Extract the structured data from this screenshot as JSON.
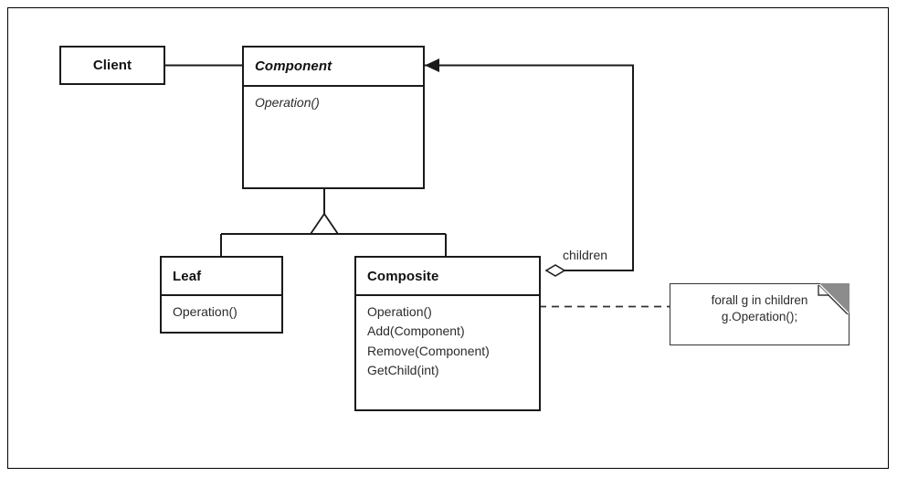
{
  "diagram": {
    "title": "Composite pattern structure diagram",
    "type": "uml-class-diagram",
    "colors": {
      "background": "#ffffff",
      "line": "#1a1a1a",
      "text": "#2b2b2b",
      "note_fold": "#8c8c8c"
    }
  },
  "classes": [
    {
      "id": "client",
      "name": "Client",
      "abstract": false,
      "operations": []
    },
    {
      "id": "component",
      "name": "Component",
      "abstract": true,
      "operations": [
        "Operation()"
      ]
    },
    {
      "id": "leaf",
      "name": "Leaf",
      "abstract": false,
      "operations": [
        "Operation()"
      ]
    },
    {
      "id": "composite",
      "name": "Composite",
      "abstract": false,
      "operations": [
        "Operation()",
        "Add(Component)",
        "Remove(Component)",
        "GetChild(int)"
      ]
    }
  ],
  "labels": {
    "children": "children"
  },
  "note": {
    "text": "forall g in children\ng.Operation();",
    "line1": "forall g in children",
    "line2": "g.Operation();"
  },
  "relationships": [
    {
      "kind": "association",
      "from": "Client",
      "to": "Component",
      "arrow": "filled"
    },
    {
      "kind": "generalization",
      "from": "Leaf",
      "to": "Component",
      "arrow": "hollow-triangle"
    },
    {
      "kind": "generalization",
      "from": "Composite",
      "to": "Component",
      "arrow": "hollow-triangle"
    },
    {
      "kind": "aggregation",
      "from": "Composite",
      "to": "Component",
      "label": "children",
      "arrow": "hollow-diamond"
    },
    {
      "kind": "note-anchor",
      "from": "note",
      "to": "Composite.Operation()"
    }
  ]
}
